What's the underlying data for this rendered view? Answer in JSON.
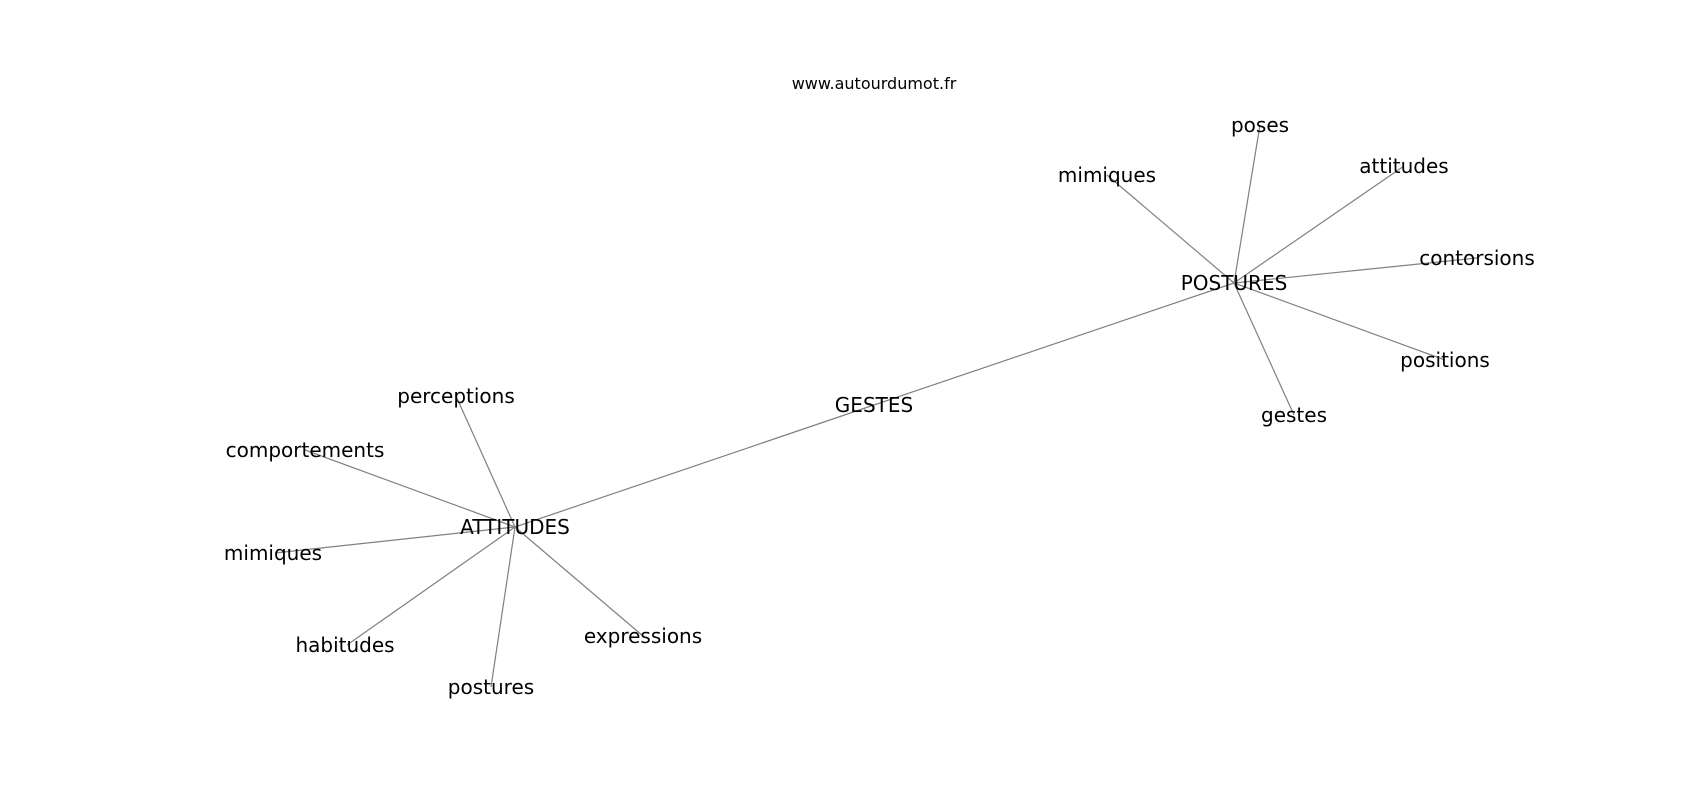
{
  "source_url": "www.autourdumot.fr",
  "central_node": "GESTES",
  "hubs": [
    {
      "label": "ATTITUDES",
      "neighbors": [
        "perceptions",
        "comportements",
        "mimiques",
        "habitudes",
        "postures",
        "expressions"
      ]
    },
    {
      "label": "POSTURES",
      "neighbors": [
        "mimiques",
        "poses",
        "attitudes",
        "contorsions",
        "positions",
        "gestes"
      ]
    }
  ],
  "colors": {
    "edge": "#808080",
    "text": "#000000",
    "background": "#ffffff"
  }
}
